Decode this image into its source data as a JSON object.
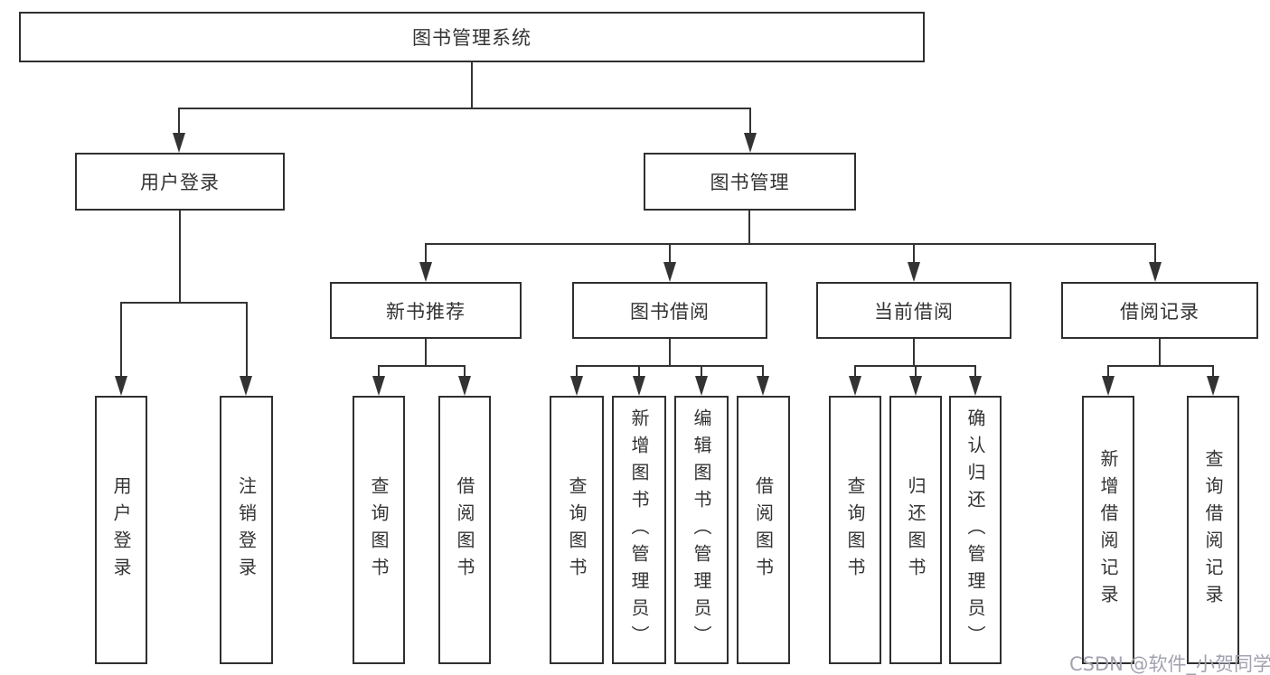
{
  "diagram_title": "图书管理系统",
  "root": {
    "label": "图书管理系统"
  },
  "level2": [
    {
      "label": "用户登录"
    },
    {
      "label": "图书管理"
    }
  ],
  "level3": [
    {
      "label": "新书推荐",
      "parent": "图书管理"
    },
    {
      "label": "图书借阅",
      "parent": "图书管理"
    },
    {
      "label": "当前借阅",
      "parent": "图书管理"
    },
    {
      "label": "借阅记录",
      "parent": "图书管理"
    }
  ],
  "leaves": [
    {
      "label": "用户登录",
      "parent": "用户登录"
    },
    {
      "label": "注销登录",
      "parent": "用户登录"
    },
    {
      "label": "查询图书",
      "parent": "新书推荐"
    },
    {
      "label": "借阅图书",
      "parent": "新书推荐"
    },
    {
      "label": "查询图书",
      "parent": "图书借阅"
    },
    {
      "label": "新增图书（管理员）",
      "parent": "图书借阅"
    },
    {
      "label": "编辑图书（管理员）",
      "parent": "图书借阅"
    },
    {
      "label": "借阅图书",
      "parent": "图书借阅"
    },
    {
      "label": "查询图书",
      "parent": "当前借阅"
    },
    {
      "label": "归还图书",
      "parent": "当前借阅"
    },
    {
      "label": "确认归还（管理员）",
      "parent": "当前借阅"
    },
    {
      "label": "新增借阅记录",
      "parent": "借阅记录"
    },
    {
      "label": "查询借阅记录",
      "parent": "借阅记录"
    }
  ],
  "watermark": {
    "text": "CSDN @软件_小贺同学"
  },
  "colors": {
    "line": "#333333",
    "box_border": "#2f2f2f",
    "text": "#333333",
    "background": "#ffffff",
    "watermark": "#a2a2b0"
  }
}
